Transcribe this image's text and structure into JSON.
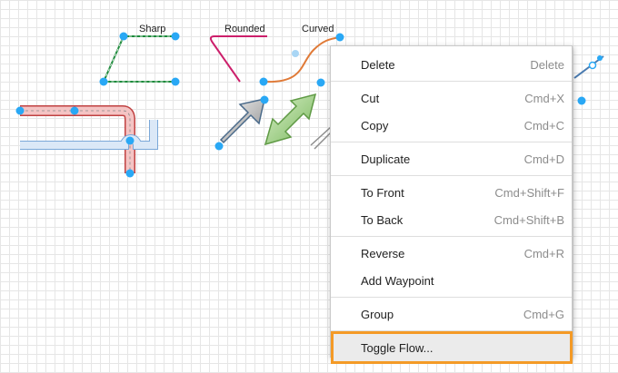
{
  "labels": {
    "sharp": "Sharp",
    "rounded": "Rounded",
    "curved": "Curved"
  },
  "colors": {
    "handle": "#29a8f5",
    "highlight_border": "#f49a26",
    "green_edge": "#1e8a3c",
    "pink_edge": "#cc1f6b",
    "orange_edge": "#e07a37"
  },
  "context_menu": {
    "groups": [
      [
        {
          "label": "Delete",
          "shortcut": "Delete"
        }
      ],
      [
        {
          "label": "Cut",
          "shortcut": "Cmd+X"
        },
        {
          "label": "Copy",
          "shortcut": "Cmd+C"
        }
      ],
      [
        {
          "label": "Duplicate",
          "shortcut": "Cmd+D"
        }
      ],
      [
        {
          "label": "To Front",
          "shortcut": "Cmd+Shift+F"
        },
        {
          "label": "To Back",
          "shortcut": "Cmd+Shift+B"
        }
      ],
      [
        {
          "label": "Reverse",
          "shortcut": "Cmd+R"
        },
        {
          "label": "Add Waypoint",
          "shortcut": ""
        }
      ],
      [
        {
          "label": "Group",
          "shortcut": "Cmd+G"
        }
      ],
      [
        {
          "label": "Toggle Flow...",
          "shortcut": "",
          "highlighted": true
        }
      ]
    ]
  }
}
